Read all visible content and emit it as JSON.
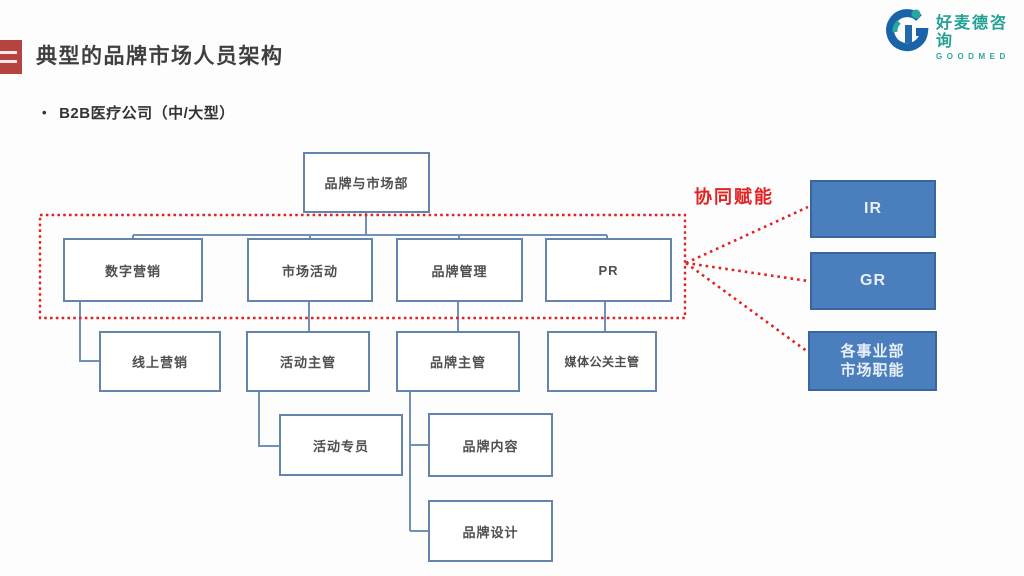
{
  "slide": {
    "title": "典型的品牌市场人员架构",
    "bullet_marker": "•",
    "bullet": "B2B医疗公司（中/大型）"
  },
  "logo": {
    "brand_cn": "好麦德咨询",
    "brand_en": "GOODMED"
  },
  "org": {
    "root": {
      "label": "品牌与市场部"
    },
    "digital": {
      "label": "数字营销"
    },
    "events": {
      "label": "市场活动"
    },
    "brand_mgmt": {
      "label": "品牌管理"
    },
    "pr": {
      "label": "PR"
    },
    "online_marketing": {
      "label": "线上营销"
    },
    "event_supervisor": {
      "label": "活动主管"
    },
    "brand_supervisor": {
      "label": "品牌主管"
    },
    "media_pr_supervisor": {
      "label": "媒体公关主管"
    },
    "event_specialist": {
      "label": "活动专员"
    },
    "brand_content": {
      "label": "品牌内容"
    },
    "brand_design": {
      "label": "品牌设计"
    }
  },
  "collab": {
    "label": "协同赋能",
    "ir": "IR",
    "gr": "GR",
    "business_units": "各事业部\n市场职能"
  },
  "colors": {
    "accent_red": "#b5433f",
    "dashed_red": "#e02222",
    "node_border_blue": "#6484ac",
    "connector_blue": "#7090b4",
    "filled_box_blue": "#4a7ebc",
    "logo_blue": "#1a63a8",
    "logo_teal": "#27a79b",
    "title_gray": "#3f3f3f"
  }
}
